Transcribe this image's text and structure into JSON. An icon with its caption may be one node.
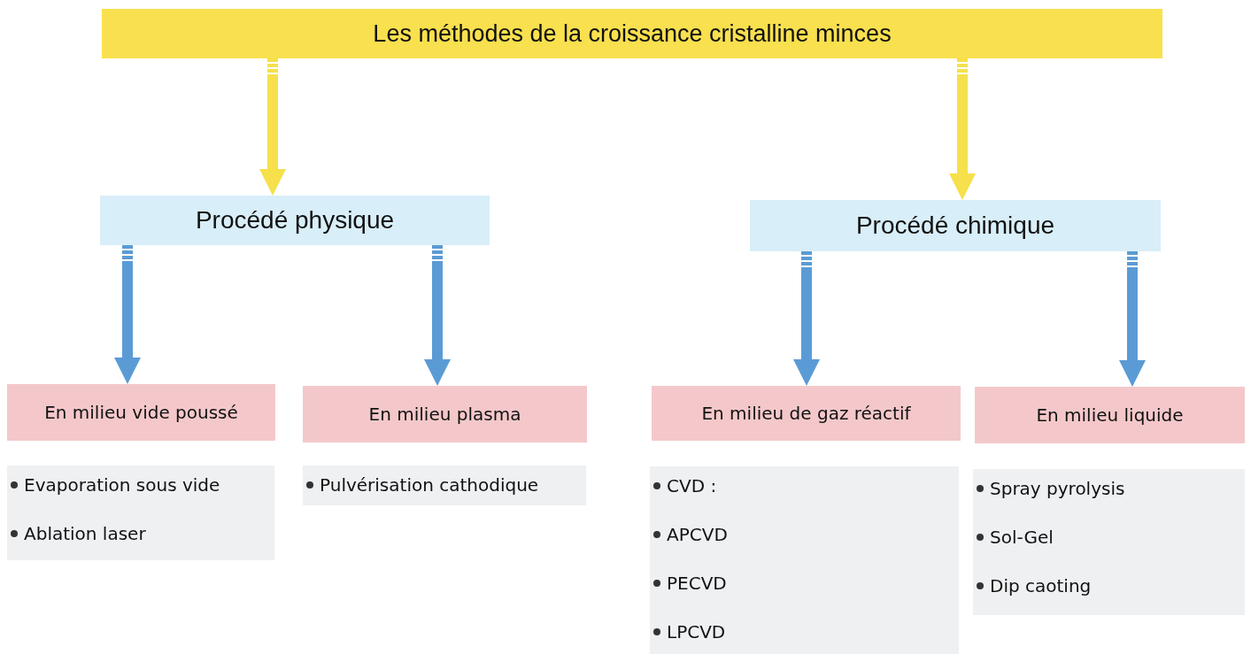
{
  "diagram": {
    "nodes": [
      {
        "text": [
          "Les méthodes de la croissance cristalline minces"
        ]
      },
      {
        "text": [
          "Procédé physique"
        ]
      },
      {
        "text": [
          "Procédé chimique"
        ]
      },
      {
        "text": [
          "En milieu vide poussé"
        ]
      },
      {
        "text": [
          "En milieu plasma"
        ]
      },
      {
        "text": [
          "En milieu de gaz réactif"
        ]
      },
      {
        "text": [
          "En milieu liquide"
        ]
      },
      {
        "text": [
          "Evaporation sous vide",
          "Ablation laser"
        ]
      },
      {
        "text": [
          "Pulvérisation cathodique"
        ]
      },
      {
        "text": [
          "CVD :",
          "APCVD",
          "PECVD",
          "LPCVD"
        ]
      },
      {
        "text": [
          "Spray pyrolysis",
          "Sol-Gel",
          "Dip caoting"
        ]
      }
    ],
    "edges": [
      {
        "from": 0,
        "to": 1,
        "arrow": "to",
        "color": "#f6e04c"
      },
      {
        "from": 0,
        "to": 2,
        "arrow": "to",
        "color": "#f6e04c"
      },
      {
        "from": 1,
        "to": 3,
        "arrow": "to"
      },
      {
        "from": 1,
        "to": 4,
        "arrow": "to"
      },
      {
        "from": 2,
        "to": 5,
        "arrow": "to"
      },
      {
        "from": 2,
        "to": 6,
        "arrow": "to"
      }
    ]
  }
}
